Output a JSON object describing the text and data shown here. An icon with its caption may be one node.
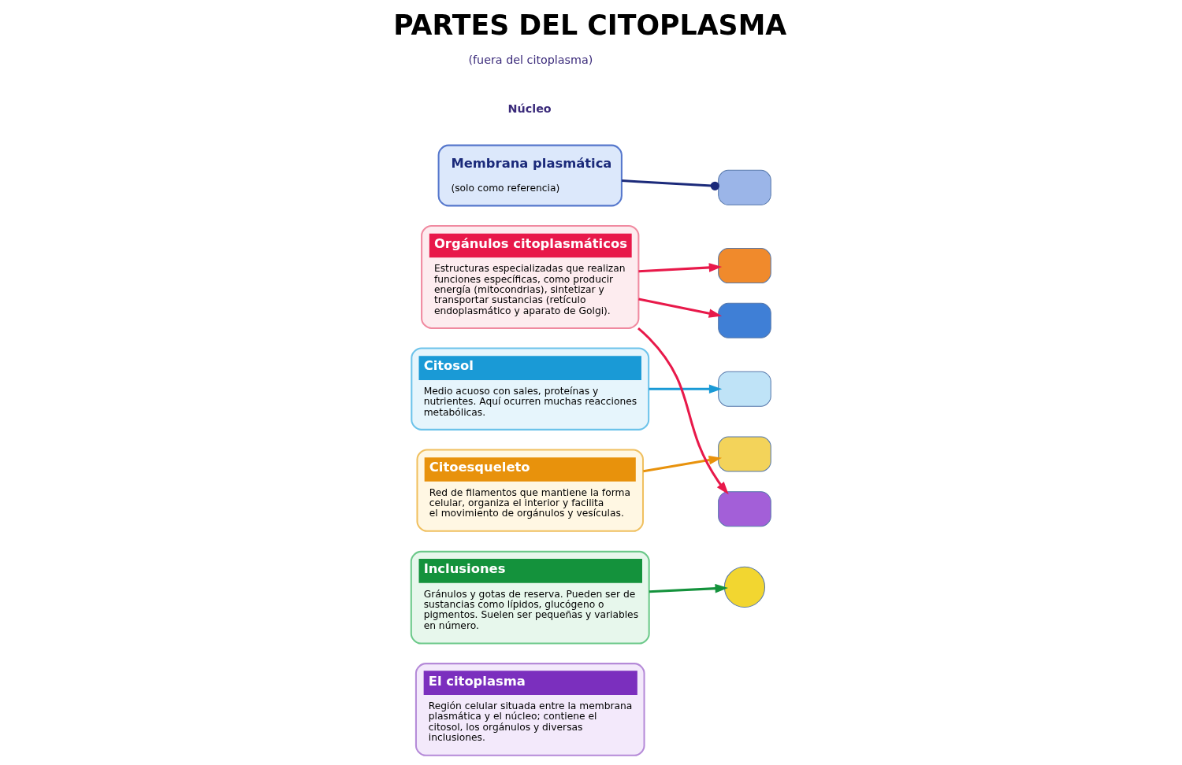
{
  "diagram": {
    "title": "PARTES DEL CITOPLASMA",
    "nodes": [
      {
        "text": [
          "El citoplasma",
          "Región celular situada entre la membrana plasmática y el núcleo; contiene el citosol, los orgánulos y diversas inclusiones."
        ]
      },
      {
        "text": [
          "Citosol",
          "Medio acuoso con sales, proteínas y nutrientes. Aquí ocurren muchas reacciones metabólicas."
        ]
      },
      {
        "text": [
          "Citoesqueleto",
          "Red de filamentos que mantiene la forma celular, organiza el interior y facilita el movimiento de orgánulos y vesículas."
        ]
      },
      {
        "text": [
          "Membrana plasmática",
          "(solo como referencia)"
        ]
      },
      {
        "text": [
          "Orgánulos citoplasmáticos",
          "Estructuras especializadas que realizan funciones específicas, como producir energía (mitocondrias), sintetizar y transportar sustancias (retículo endoplasmático y aparato de Golgi)."
        ]
      },
      {
        "text": [
          "Inclusiones",
          "Gránulos y gotas de reserva. Pueden ser de sustancias como lípidos, glucógeno o pigmentos. Suelen ser pequeñas y variables en número."
        ]
      },
      {
        "text": [],
        "shape": "box"
      },
      {
        "text": [],
        "shape": "box"
      },
      {
        "text": [],
        "shape": "box"
      },
      {
        "text": [],
        "shape": "box"
      },
      {
        "text": [],
        "shape": "box"
      },
      {
        "text": [],
        "shape": "box"
      },
      {
        "text": [],
        "shape": "circle"
      }
    ],
    "edges": [
      {
        "from": 1,
        "to": 9,
        "arrow": "to",
        "color": "#1a9ad6"
      },
      {
        "from": 2,
        "to": 10,
        "arrow": "to",
        "color": "#e8920c"
      },
      {
        "from": 3,
        "to": 6,
        "arrow": "other",
        "color": "#1b2a7a"
      },
      {
        "from": 4,
        "to": 7,
        "arrow": "to"
      },
      {
        "from": 4,
        "to": 8,
        "arrow": "to"
      },
      {
        "from": 4,
        "to": 11,
        "arrow": "to"
      },
      {
        "from": 5,
        "to": 12,
        "arrow": "to",
        "color": "#14923c"
      }
    ],
    "labels": [
      "Núcleo",
      "(fuera del citoplasma)"
    ]
  }
}
